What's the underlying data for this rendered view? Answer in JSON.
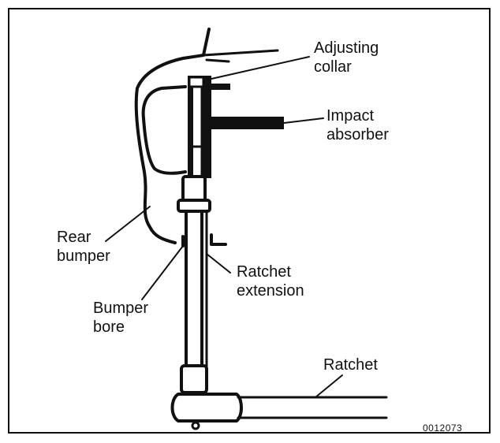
{
  "labels": {
    "adjusting_collar_1": "Adjusting",
    "adjusting_collar_2": "collar",
    "impact_absorber_1": "Impact",
    "impact_absorber_2": "absorber",
    "rear_bumper_1": "Rear",
    "rear_bumper_2": "bumper",
    "ratchet_extension_1": "Ratchet",
    "ratchet_extension_2": "extension",
    "bumper_bore_1": "Bumper",
    "bumper_bore_2": "bore",
    "ratchet": "Ratchet"
  },
  "figure_code": "0012073",
  "colors": {
    "ink": "#111111",
    "background": "#ffffff"
  }
}
